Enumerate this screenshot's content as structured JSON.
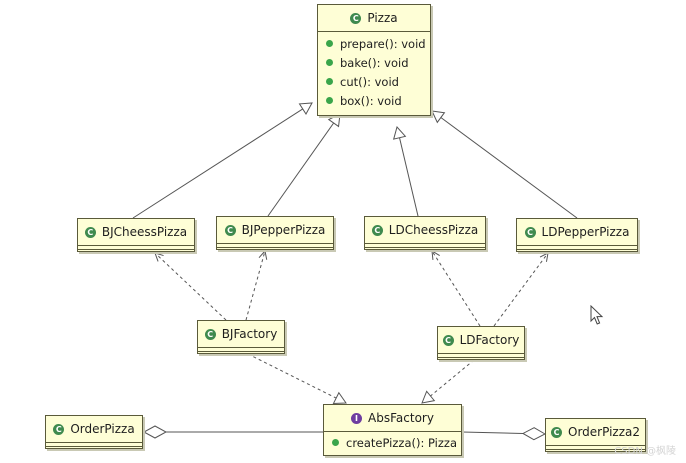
{
  "classes": {
    "pizza": {
      "name": "Pizza",
      "icon": "class-icon",
      "methods": [
        "prepare(): void",
        "bake(): void",
        "cut(): void",
        "box(): void"
      ]
    },
    "bj_cheess_pizza": {
      "name": "BJCheessPizza",
      "icon": "class-icon"
    },
    "bj_pepper_pizza": {
      "name": "BJPepperPizza",
      "icon": "class-icon"
    },
    "ld_cheess_pizza": {
      "name": "LDCheessPizza",
      "icon": "class-icon"
    },
    "ld_pepper_pizza": {
      "name": "LDPepperPizza",
      "icon": "class-icon"
    },
    "bj_factory": {
      "name": "BJFactory",
      "icon": "class-icon"
    },
    "ld_factory": {
      "name": "LDFactory",
      "icon": "class-icon"
    },
    "abs_factory": {
      "name": "AbsFactory",
      "icon": "interface-icon",
      "methods": [
        "createPizza(): Pizza"
      ]
    },
    "order_pizza": {
      "name": "OrderPizza",
      "icon": "class-icon"
    },
    "order_pizza2": {
      "name": "OrderPizza2",
      "icon": "class-icon"
    }
  },
  "icon_letters": {
    "class": "C",
    "interface": "I"
  },
  "relations": [
    {
      "from": "bj_cheess_pizza",
      "to": "pizza",
      "kind": "inheritance"
    },
    {
      "from": "bj_pepper_pizza",
      "to": "pizza",
      "kind": "inheritance"
    },
    {
      "from": "ld_cheess_pizza",
      "to": "pizza",
      "kind": "inheritance"
    },
    {
      "from": "ld_pepper_pizza",
      "to": "pizza",
      "kind": "inheritance"
    },
    {
      "from": "bj_factory",
      "to": "bj_cheess_pizza",
      "kind": "dependency"
    },
    {
      "from": "bj_factory",
      "to": "bj_pepper_pizza",
      "kind": "dependency"
    },
    {
      "from": "ld_factory",
      "to": "ld_cheess_pizza",
      "kind": "dependency"
    },
    {
      "from": "ld_factory",
      "to": "ld_pepper_pizza",
      "kind": "dependency"
    },
    {
      "from": "bj_factory",
      "to": "abs_factory",
      "kind": "realization"
    },
    {
      "from": "ld_factory",
      "to": "abs_factory",
      "kind": "realization"
    },
    {
      "from": "order_pizza",
      "to": "abs_factory",
      "kind": "aggregation"
    },
    {
      "from": "order_pizza2",
      "to": "abs_factory",
      "kind": "aggregation"
    }
  ],
  "colors": {
    "class_fill": "#fefed6",
    "border": "#5a5a3a",
    "class_icon": "#3f8a4e",
    "interface_icon": "#6e3da0",
    "method_bullet": "#3aa54a",
    "edge": "#555555"
  },
  "watermark": "CSDN @枫陵",
  "cursor_icon": "mouse-pointer-icon"
}
